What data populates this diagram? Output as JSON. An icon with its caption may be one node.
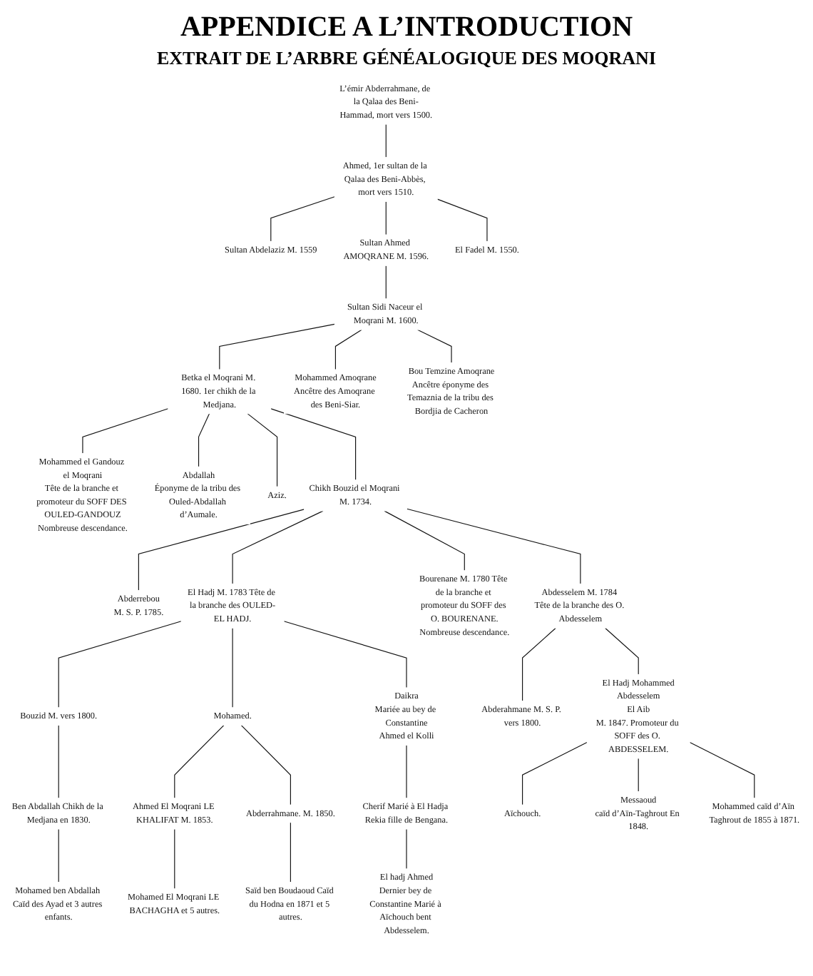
{
  "diagram": {
    "title": "APPENDICE A L’INTRODUCTION",
    "nodes": [
      {
        "text": [
          "L’émir Abderrahmane, de la Qalaa des Beni-Hammad, mort vers 1500."
        ]
      },
      {
        "text": [
          "Ahmed, 1er sultan de la Qalaa des Beni-Abbès, mort vers 1510."
        ]
      },
      {
        "text": [
          "Sultan Abdelaziz M. 1559"
        ]
      },
      {
        "text": [
          "Sultan Ahmed AMOQRANE M. 1596."
        ]
      },
      {
        "text": [
          "El Fadel M. 1550."
        ]
      },
      {
        "text": [
          "Sultan Sidi Naceur el Moqrani M. 1600."
        ]
      },
      {
        "text": [
          "Betka el Moqrani M. 1680. 1er chikh de la Medjana."
        ]
      },
      {
        "text": [
          "Mohammed Amoqrane",
          "Ancêtre des Amoqrane des Beni-Siar."
        ]
      },
      {
        "text": [
          "Bou Temzine Amoqrane",
          "Ancêtre éponyme des Temaznia de la tribu des Bordjia de Cacheron"
        ]
      },
      {
        "text": [
          "Chikh Bouzid el Moqrani M. 1734."
        ]
      },
      {
        "text": [
          "Abdallah",
          "Éponyme de la tribu des Ouled-Abdallah d’Aumale."
        ]
      },
      {
        "text": [
          "Aziz."
        ]
      },
      {
        "text": [
          "Mohammed el Gandouz el Moqrani",
          "Tête de la branche et promoteur du SOFF DES OULED-GANDOUZ",
          "Nombreuse descendance."
        ]
      },
      {
        "text": [
          "Abderrebou",
          "M. S. P. 1785."
        ]
      },
      {
        "text": [
          "El Hadj M. 1783 Tête de la branche des OULED-EL HADJ."
        ]
      },
      {
        "text": [
          "Bourenane M. 1780 Tête de la branche et promoteur du SOFF des O. BOURENANE.",
          "Nombreuse descendance."
        ]
      },
      {
        "text": [
          "Abdesselem M. 1784 Tête de la branche des O. Abdesselem"
        ]
      },
      {
        "text": [
          "Abderahmane M. S. P. vers 1800."
        ]
      },
      {
        "text": [
          "El Hadj Mohammed",
          "Abdesselem",
          "El Aib",
          "M. 1847. Promoteur du SOFF des O. ABDESSELEM."
        ]
      },
      {
        "text": [
          "Bouzid M. vers 1800."
        ]
      },
      {
        "text": [
          "Mohamed."
        ]
      },
      {
        "text": [
          "Daikra",
          "Mariée au bey de Constantine",
          "Ahmed el Kolli"
        ]
      },
      {
        "text": [
          "Ben Abdallah Chikh de la Medjana en 1830."
        ]
      },
      {
        "text": [
          "Mohamed ben Abdallah Caïd des Ayad et 3 autres enfants."
        ]
      },
      {
        "text": [
          "Ahmed El Moqrani LE KHALIFAT M. 1853."
        ]
      },
      {
        "text": [
          "Abderrahmane. M. 1850."
        ]
      },
      {
        "text": [
          "Mohamed El Moqrani LE BACHAGHA et 5 autres."
        ]
      },
      {
        "text": [
          "Saïd ben Boudaoud Caïd du Hodna en 1871 et 5 autres."
        ]
      },
      {
        "text": [
          "Cherif Marié à El Hadja Rekia fille de Bengana."
        ]
      },
      {
        "text": [
          "El hadj Ahmed",
          "Dernier bey de Constantine Marié à Aïchouch bent Abdesselem."
        ]
      },
      {
        "text": [
          "Aïchouch."
        ]
      },
      {
        "text": [
          "Messaoud",
          "caïd d’Aïn-Taghrout En 1848."
        ]
      },
      {
        "text": [
          "Mohammed caïd d’Aïn Taghrout de 1855 à 1871."
        ]
      }
    ],
    "edges": [
      {
        "from": 0,
        "to": 1,
        "arrow": "none"
      },
      {
        "from": 1,
        "to": 2,
        "arrow": "none"
      },
      {
        "from": 1,
        "to": 3,
        "arrow": "none"
      },
      {
        "from": 1,
        "to": 4,
        "arrow": "none"
      },
      {
        "from": 3,
        "to": 5,
        "arrow": "none"
      },
      {
        "from": 5,
        "to": 6,
        "arrow": "none"
      },
      {
        "from": 5,
        "to": 7,
        "arrow": "none"
      },
      {
        "from": 5,
        "to": 8,
        "arrow": "none"
      },
      {
        "from": 6,
        "to": 12,
        "arrow": "none"
      },
      {
        "from": 6,
        "to": 10,
        "arrow": "none"
      },
      {
        "from": 6,
        "to": 11,
        "arrow": "none"
      },
      {
        "from": 6,
        "to": 9,
        "arrow": "none"
      },
      {
        "from": 9,
        "to": 13,
        "arrow": "none"
      },
      {
        "from": 9,
        "to": 14,
        "arrow": "none"
      },
      {
        "from": 9,
        "to": 15,
        "arrow": "none"
      },
      {
        "from": 9,
        "to": 16,
        "arrow": "none"
      },
      {
        "from": 16,
        "to": 17,
        "arrow": "none"
      },
      {
        "from": 16,
        "to": 18,
        "arrow": "none"
      },
      {
        "from": 14,
        "to": 19,
        "arrow": "none"
      },
      {
        "from": 14,
        "to": 20,
        "arrow": "none"
      },
      {
        "from": 14,
        "to": 21,
        "arrow": "none"
      },
      {
        "from": 19,
        "to": 22,
        "arrow": "none"
      },
      {
        "from": 22,
        "to": 23,
        "arrow": "none"
      },
      {
        "from": 20,
        "to": 24,
        "arrow": "none"
      },
      {
        "from": 20,
        "to": 25,
        "arrow": "none"
      },
      {
        "from": 24,
        "to": 26,
        "arrow": "none"
      },
      {
        "from": 25,
        "to": 27,
        "arrow": "none"
      },
      {
        "from": 21,
        "to": 28,
        "arrow": "none"
      },
      {
        "from": 28,
        "to": 29,
        "arrow": "none"
      },
      {
        "from": 18,
        "to": 30,
        "arrow": "none"
      },
      {
        "from": 18,
        "to": 31,
        "arrow": "none"
      },
      {
        "from": 18,
        "to": 32,
        "arrow": "none"
      }
    ],
    "labels": [
      "EXTRAIT DE L’ARBRE GÉNÉALOGIQUE DES MOQRANI"
    ]
  }
}
